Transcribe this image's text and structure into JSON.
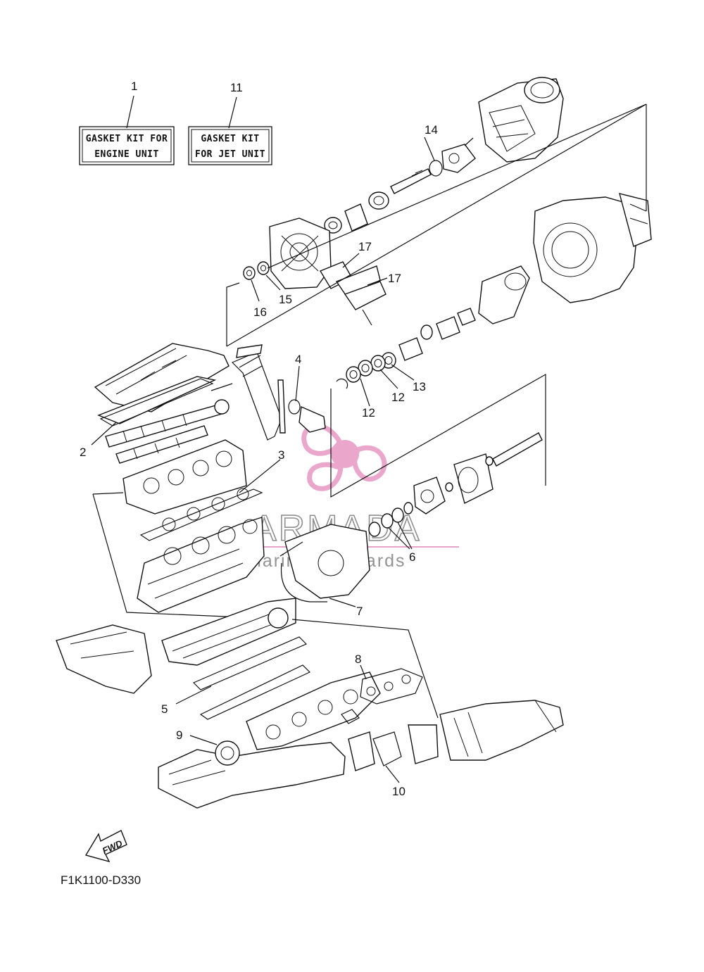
{
  "diagram_code": "F1K1100-D330",
  "kit_labels": [
    {
      "ref": "1",
      "line1": "GASKET KIT FOR",
      "line2": "ENGINE UNIT"
    },
    {
      "ref": "11",
      "line1": "GASKET KIT",
      "line2": "FOR JET UNIT"
    }
  ],
  "callouts": [
    "2",
    "3",
    "4",
    "5",
    "6",
    "7",
    "8",
    "9",
    "10",
    "12",
    "12",
    "13",
    "14",
    "15",
    "16",
    "17",
    "17"
  ],
  "direction_label": "FWD",
  "watermark": {
    "word": "ARMADA",
    "subtitle": "marine outboards",
    "colors": {
      "logo": "#e9a3c9",
      "text": "#8a8a8a",
      "rule": "#e79fc8"
    }
  }
}
